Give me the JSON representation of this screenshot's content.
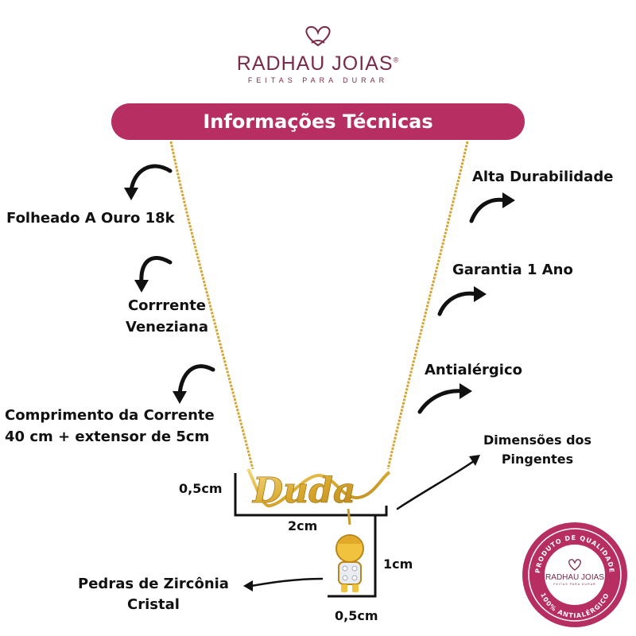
{
  "brand": {
    "name": "RADHAU JOIAS",
    "tagline": "FEITAS PARA DURAR",
    "mark": "®"
  },
  "banner": {
    "title": "Informações Técnicas"
  },
  "features_left": [
    {
      "lines": [
        "Folheado A Ouro 18k"
      ]
    },
    {
      "lines": [
        "Corrrente",
        "Veneziana"
      ]
    },
    {
      "lines": [
        "Comprimento da Corrente",
        "40 cm + extensor de 5cm"
      ]
    }
  ],
  "features_right": [
    {
      "lines": [
        "Alta Durabilidade"
      ]
    },
    {
      "lines": [
        "Garantia 1 Ano"
      ]
    },
    {
      "lines": [
        "Antialérgico"
      ]
    }
  ],
  "pendant": {
    "name": "Duda",
    "dimensions_title": [
      "Dimensões dos",
      "Pingentes"
    ],
    "name_height": "0,5cm",
    "name_width": "2cm",
    "charm_height": "1cm",
    "charm_width": "0,5cm",
    "stones": [
      "Pedras de Zircônia",
      "Cristal"
    ]
  },
  "seal": {
    "top_text": "PRODUTO DE QUALIDADE",
    "brand": "RADHAU JOIAS",
    "tagline": "FEITAS PARA DURAR",
    "bottom_text": "100% ANTIALÉRGICO"
  },
  "colors": {
    "accent": "#b72f62",
    "brand": "#7a2a4a",
    "gold": "#d9b13b",
    "text": "#111111"
  }
}
